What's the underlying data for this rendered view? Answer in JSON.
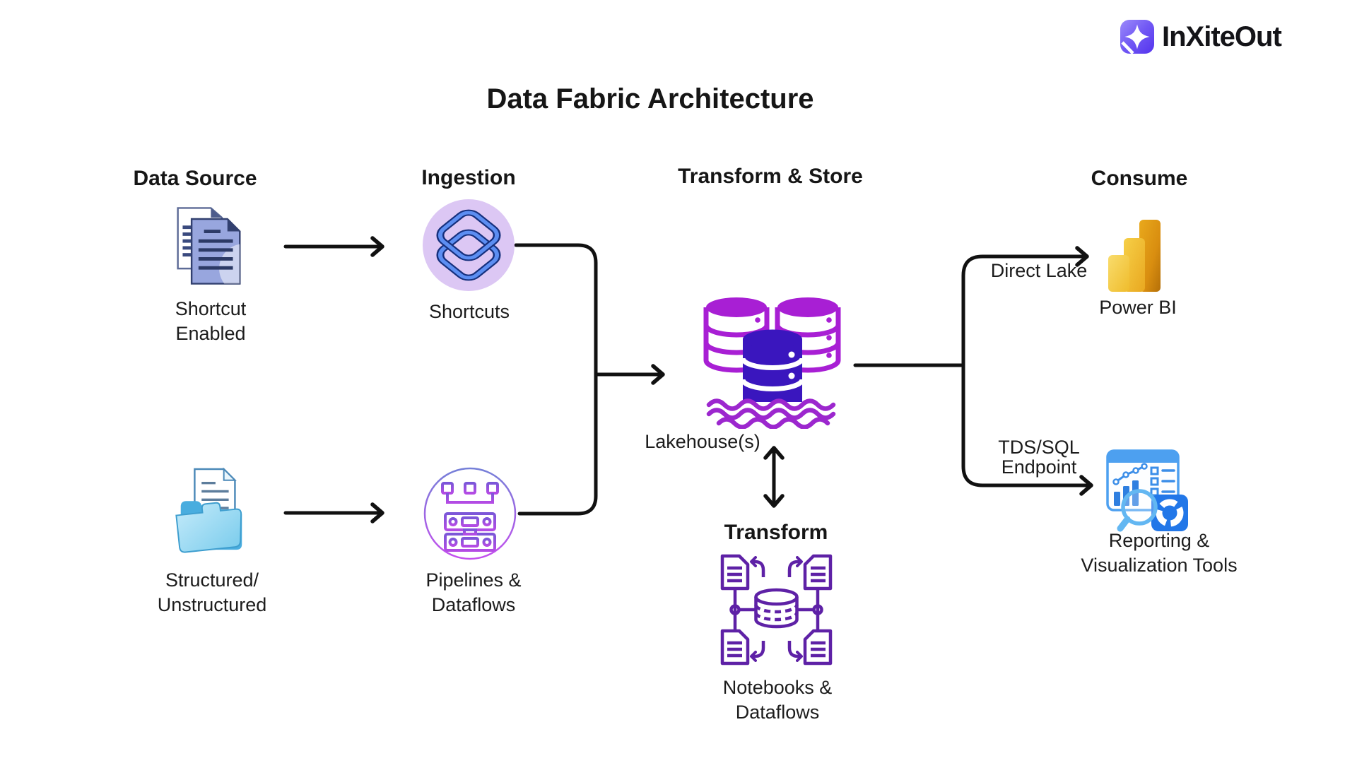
{
  "logo": {
    "text": "InXiteOut",
    "icon": "inxiteout-logo-icon",
    "brand_color": "#6B4EF5"
  },
  "title": "Data Fabric Architecture",
  "columns": {
    "data_source": {
      "header": "Data Source"
    },
    "ingestion": {
      "header": "Ingestion"
    },
    "transform_store": {
      "header": "Transform & Store"
    },
    "consume": {
      "header": "Consume"
    }
  },
  "nodes": {
    "shortcut_enabled": {
      "label": "Shortcut\nEnabled",
      "icon": "documents-icon",
      "color": "#98A6DE"
    },
    "structured_unstructured": {
      "label": "Structured/\nUnstructured",
      "icon": "folder-documents-icon",
      "color": "#7ACCEC"
    },
    "shortcuts": {
      "label": "Shortcuts",
      "icon": "shortcuts-diamonds-icon",
      "circle_color": "#DCC7F4",
      "diamond_color": "#5C8EF2"
    },
    "pipelines_dataflows": {
      "label": "Pipelines &\nDataflows",
      "icon": "pipeline-servers-icon",
      "color": "#A052E0"
    },
    "lakehouse": {
      "label": "Lakehouse(s)",
      "icon": "lakehouse-databases-icon",
      "back_cylinder_color": "#A81FD4",
      "front_cylinder_color": "#3A16BE",
      "wave_color": "#9C27CE"
    },
    "transform": {
      "header": "Transform",
      "label": "Notebooks &\nDataflows",
      "icon": "notebooks-dataflow-icon",
      "color": "#5E21A6"
    },
    "power_bi": {
      "label": "Power BI",
      "icon": "power-bi-icon",
      "color": "#F2C811"
    },
    "reporting": {
      "label": "Reporting &\nVisualization Tools",
      "icon": "reporting-dashboard-icon",
      "color": "#2277E8"
    }
  },
  "edges": {
    "direct_lake": "Direct Lake",
    "tds_sql": "TDS/SQL\nEndpoint",
    "arrow_color": "#111111"
  }
}
